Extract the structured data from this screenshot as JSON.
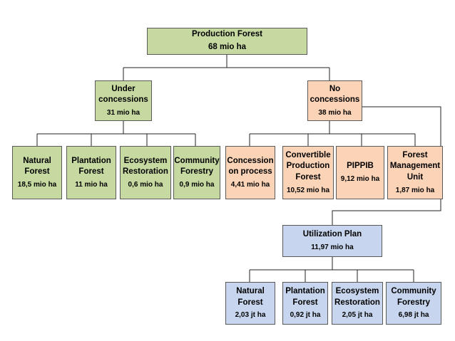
{
  "root": {
    "title": "Production Forest",
    "value": "68 mio ha"
  },
  "under": {
    "line1": "Under",
    "line2": "concessions",
    "value": "31 mio ha"
  },
  "no": {
    "line1": "No",
    "line2": "concessions",
    "value": "38 mio ha"
  },
  "under_children": [
    {
      "l1": "Natural",
      "l2": "Forest",
      "value": "18,5 mio ha"
    },
    {
      "l1": "Plantation",
      "l2": "Forest",
      "value": "11 mio ha"
    },
    {
      "l1": "Ecosystem",
      "l2": "Restoration",
      "value": "0,6 mio ha"
    },
    {
      "l1": "Community",
      "l2": "Forestry",
      "value": "0,9 mio ha"
    }
  ],
  "no_children": [
    {
      "l1": "Concession",
      "l2": "on process",
      "value": "4,41 mio ha"
    },
    {
      "l1": "Convertible",
      "l2": "Production",
      "l3": "Forest",
      "value": "10,52 mio ha"
    },
    {
      "l1": "PIPPIB",
      "value": "9,12 mio ha"
    },
    {
      "l1": "Forest",
      "l2": "Management",
      "l3": "Unit",
      "value": "1,87 mio ha"
    }
  ],
  "utilization": {
    "title": "Utilization Plan",
    "value": "11,97 mio ha"
  },
  "util_children": [
    {
      "l1": "Natural",
      "l2": "Forest",
      "value": "2,03 jt ha"
    },
    {
      "l1": "Plantation",
      "l2": "Forest",
      "value": "0,92 jt ha"
    },
    {
      "l1": "Ecosystem",
      "l2": "Restoration",
      "value": "2,05 jt ha"
    },
    {
      "l1": "Community",
      "l2": "Forestry",
      "value": "6,98 jt ha"
    }
  ]
}
